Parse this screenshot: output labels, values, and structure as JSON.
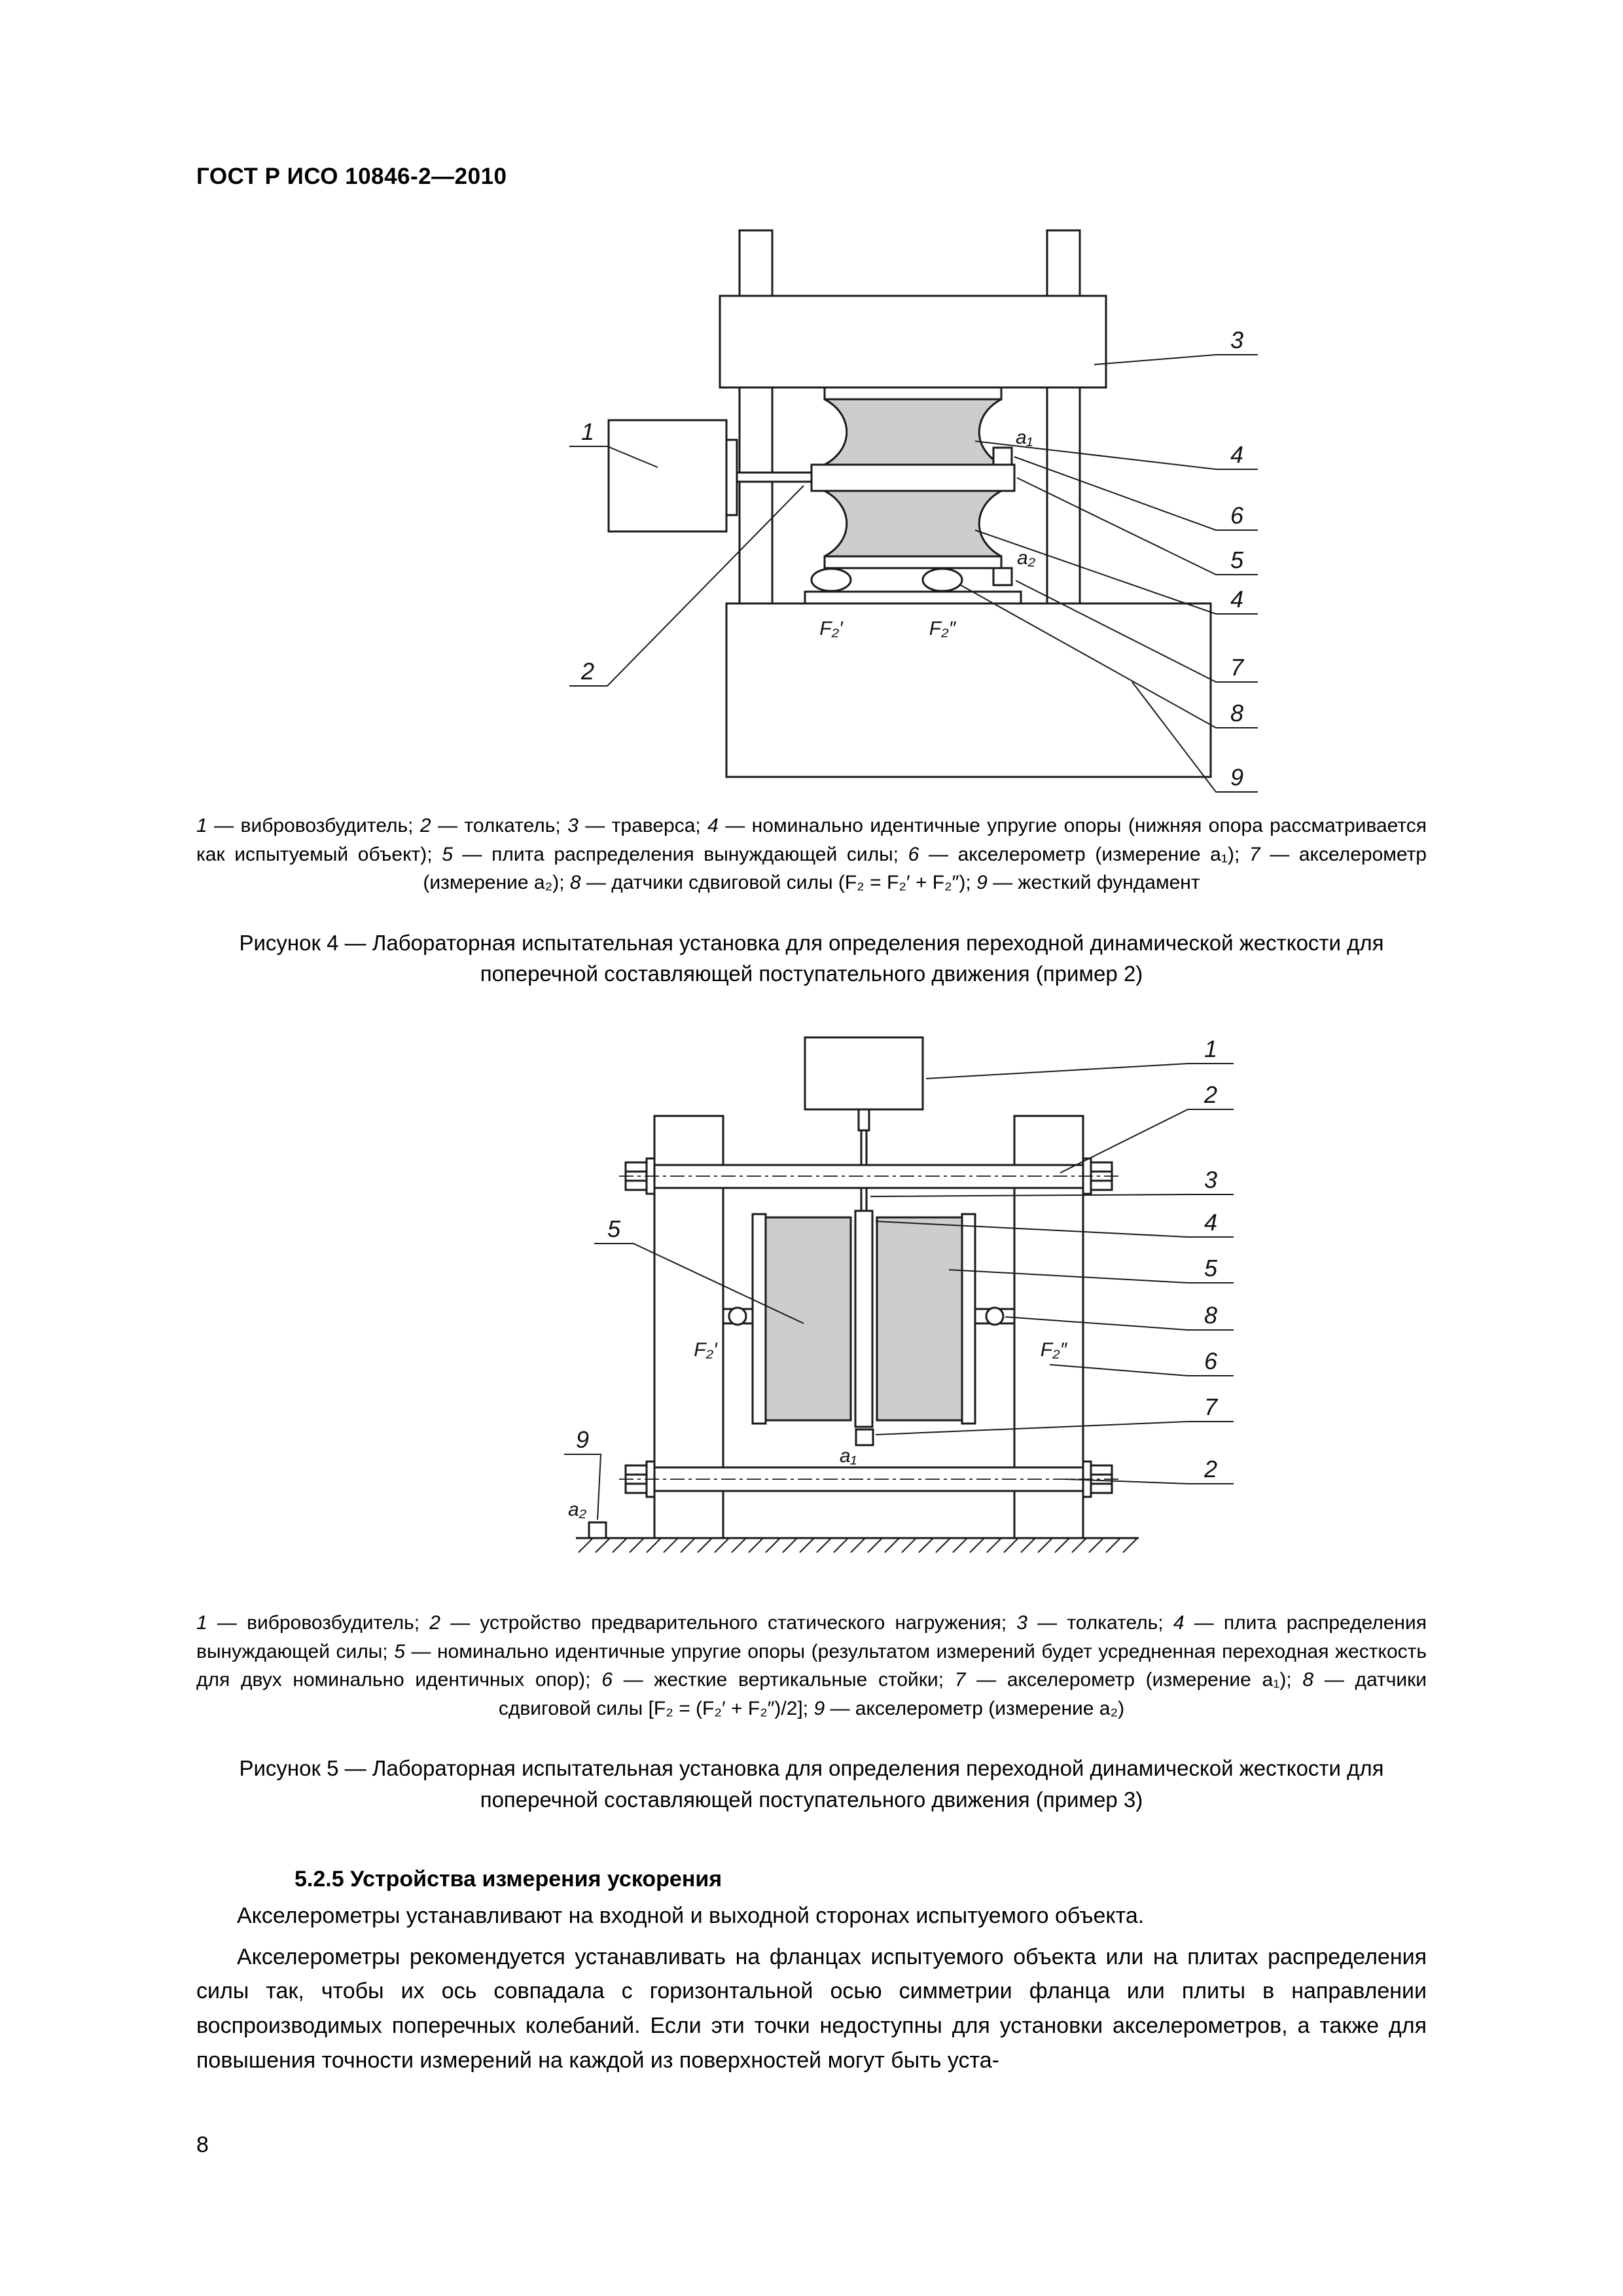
{
  "page": {
    "header": "ГОСТ Р ИСО 10846-2—2010",
    "number": "8"
  },
  "fig4": {
    "callouts": {
      "c1": "1",
      "c2": "2",
      "c3": "3",
      "c4": "4",
      "c5": "5",
      "c6": "6",
      "c7": "7",
      "c8": "8",
      "c9": "9"
    },
    "marks": {
      "a1": "a₁",
      "a2": "a₂",
      "f2l": "F₂′",
      "f2r": "F₂″"
    },
    "legend": [
      {
        "num": "1",
        "text": "вибровозбудитель"
      },
      {
        "num": "2",
        "text": "толкатель"
      },
      {
        "num": "3",
        "text": "траверса"
      },
      {
        "num": "4",
        "text": "номинально идентичные упругие опоры (нижняя опора рассматривается как испытуемый объект)"
      },
      {
        "num": "5",
        "text": "плита распределения вынуждающей силы"
      },
      {
        "num": "6",
        "text": "акселерометр (измерение a₁)"
      },
      {
        "num": "7",
        "text": "акселерометр (измерение a₂)"
      },
      {
        "num": "8",
        "text": "датчики сдвиговой силы (F₂ = F₂′ + F₂″)"
      },
      {
        "num": "9",
        "text": "жесткий фундамент"
      }
    ],
    "caption": "Рисунок 4 — Лабораторная испытательная установка для определения переходной динамической жесткости для поперечной составляющей поступательного движения (пример 2)"
  },
  "fig5": {
    "callouts": {
      "c1": "1",
      "c2": "2",
      "c3": "3",
      "c4": "4",
      "c5": "5",
      "c6": "6",
      "c7": "7",
      "c8": "8",
      "c9": "9"
    },
    "marks": {
      "a1": "a₁",
      "a2": "a₂",
      "f2l": "F₂′",
      "f2r": "F₂″"
    },
    "legend": [
      {
        "num": "1",
        "text": "вибровозбудитель"
      },
      {
        "num": "2",
        "text": "устройство предварительного статического нагружения"
      },
      {
        "num": "3",
        "text": "толкатель"
      },
      {
        "num": "4",
        "text": "плита распределения вынуждающей силы"
      },
      {
        "num": "5",
        "text": "номинально идентичные упругие опоры (результатом измерений будет усредненная переходная жесткость для двух  номинально идентичных  опор)"
      },
      {
        "num": "6",
        "text": "жесткие вертикальные стойки"
      },
      {
        "num": "7",
        "text": "акселерометр (измерение a₁)"
      },
      {
        "num": "8",
        "text": "датчики сдвиговой силы [F₂ = (F₂′ + F₂″)/2]"
      },
      {
        "num": "9",
        "text": "акселерометр (измерение a₂)"
      }
    ],
    "caption": "Рисунок 5 — Лабораторная испытательная установка для определения переходной динамической жесткости для поперечной составляющей поступательного движения (пример 3)"
  },
  "section": {
    "heading": "5.2.5  Устройства измерения ускорения",
    "paragraphs": [
      "Акселерометры устанавливают на входной и выходной сторонах испытуемого объекта.",
      "Акселерометры рекомендуется устанавливать на фланцах испытуемого объекта или на плитах распределения силы так, чтобы их ось совпадала с горизонтальной осью симметрии фланца или плиты в направлении воспроизводимых поперечных колебаний. Если эти точки недоступны для установки акселерометров, а также для повышения точности измерений на каждой из поверхностей могут быть уста-"
    ]
  }
}
